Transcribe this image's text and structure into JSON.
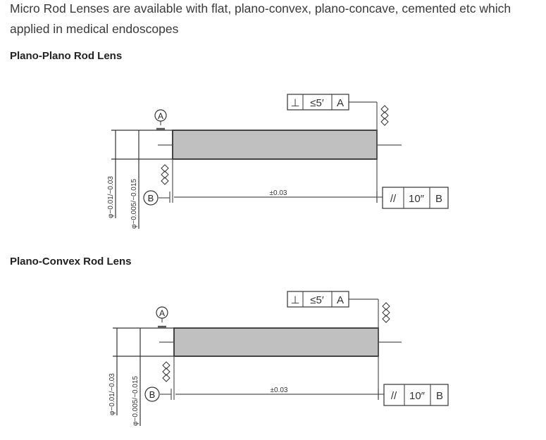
{
  "intro": {
    "text": "Micro Rod Lenses are available with flat, plano-convex, plano-concave, cemented etc which applied in medical endoscopes"
  },
  "sections": [
    {
      "heading": "Plano-Plano Rod Lens",
      "drawing": {
        "datum_a": "A",
        "datum_b": "B",
        "fcf_top": {
          "symbol": "⊥",
          "tolerance": "≤5′",
          "datum": "A"
        },
        "fcf_bottom": {
          "symbol": "//",
          "tolerance": "10″",
          "datum": "B"
        },
        "length_tolerance": "±0.03",
        "diameter_outer": "φ−0.01/−0.03",
        "diameter_inner": "φ−0.005/−0.015",
        "rod_fill": "#c0c0c0"
      }
    },
    {
      "heading": "Plano-Convex Rod Lens",
      "drawing": {
        "datum_a": "A",
        "datum_b": "B",
        "fcf_top": {
          "symbol": "⊥",
          "tolerance": "≤5′",
          "datum": "A"
        },
        "fcf_bottom": {
          "symbol": "//",
          "tolerance": "10″",
          "datum": "B"
        },
        "length_tolerance": "±0.03",
        "diameter_outer": "φ−0.01/−0.03",
        "diameter_inner": "φ−0.005/−0.015",
        "rod_fill": "#c0c0c0"
      }
    }
  ]
}
